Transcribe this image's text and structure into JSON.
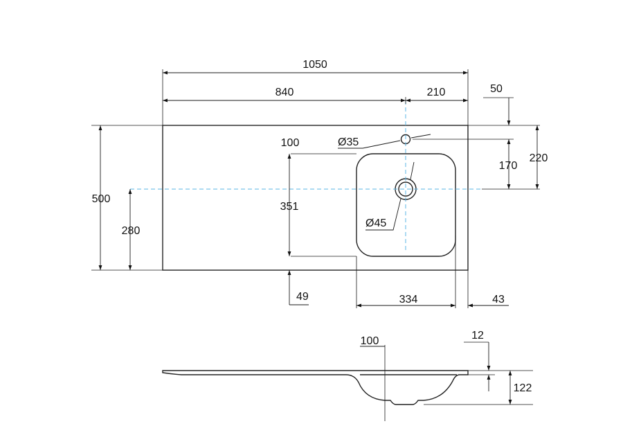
{
  "dimensions": {
    "total_width": "1050",
    "left_width": "840",
    "right_width": "210",
    "offset_top": "50",
    "total_depth": "500",
    "center_depth": "280",
    "hole_from_top": "100",
    "bowl_length": "351",
    "bowl_front_margin": "49",
    "bowl_width": "334",
    "bowl_side_margin": "43",
    "tap_to_center": "170",
    "center_from_back": "220",
    "tap_hole": "Ø35",
    "drain_hole": "Ø45",
    "bowl_offset_side": "100",
    "slab_thickness": "12",
    "basin_depth": "122"
  },
  "colors": {
    "outline": "#222222",
    "centerline": "#5ab4e6"
  }
}
